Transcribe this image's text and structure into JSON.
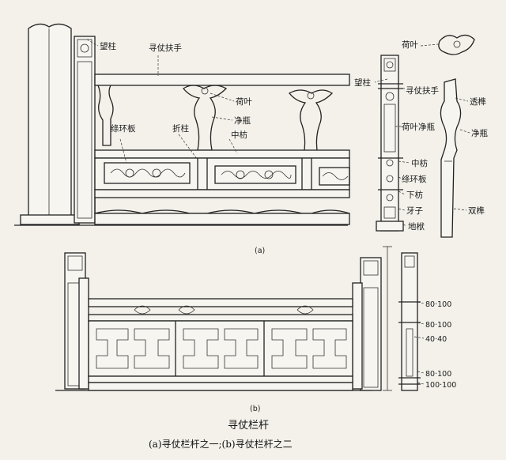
{
  "labels_a": {
    "wangzhu": "望柱",
    "xunzhangfushou": "寻仗扶手",
    "heye": "荷叶",
    "jingping": "净瓶",
    "zhongfang": "中枋",
    "huanbanban": "绦环板",
    "zhezhu": "折柱"
  },
  "labels_side": {
    "heye_top": "荷叶",
    "wangzhu": "望柱",
    "xunzhangfushou": "寻仗扶手",
    "heye_jingping": "荷叶净瓶",
    "zhongfang": "中枋",
    "huanbanban": "绦环板",
    "xiafang": "下枋",
    "yazi": "牙子",
    "difu": "地栿",
    "tousun": "透榫",
    "jingping": "净瓶",
    "shuangsun": "双榫"
  },
  "dims_b": [
    "80·100",
    "80·100",
    "40·40",
    "80·100",
    "100·100"
  ],
  "fig_a_mark": "(a)",
  "fig_b_mark": "(b)",
  "title": "寻仗栏杆",
  "caption": "(a)寻仗栏杆之一;(b)寻仗栏杆之二"
}
